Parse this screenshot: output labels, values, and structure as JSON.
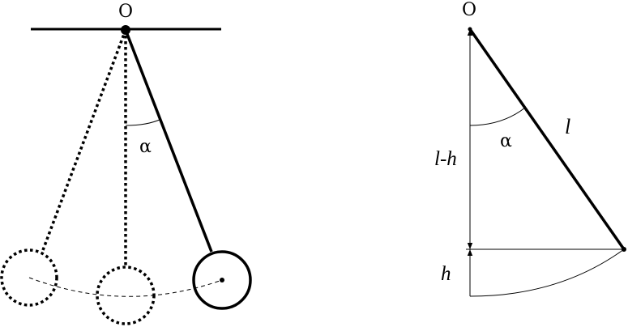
{
  "left_figure": {
    "pivot_label": "O",
    "angle_label": "α"
  },
  "right_figure": {
    "pivot_label": "O",
    "angle_label": "α",
    "length_label": "l",
    "upper_segment_label": "l-h",
    "height_label": "h"
  },
  "colors": {
    "stroke": "#000000",
    "background": "#ffffff"
  }
}
